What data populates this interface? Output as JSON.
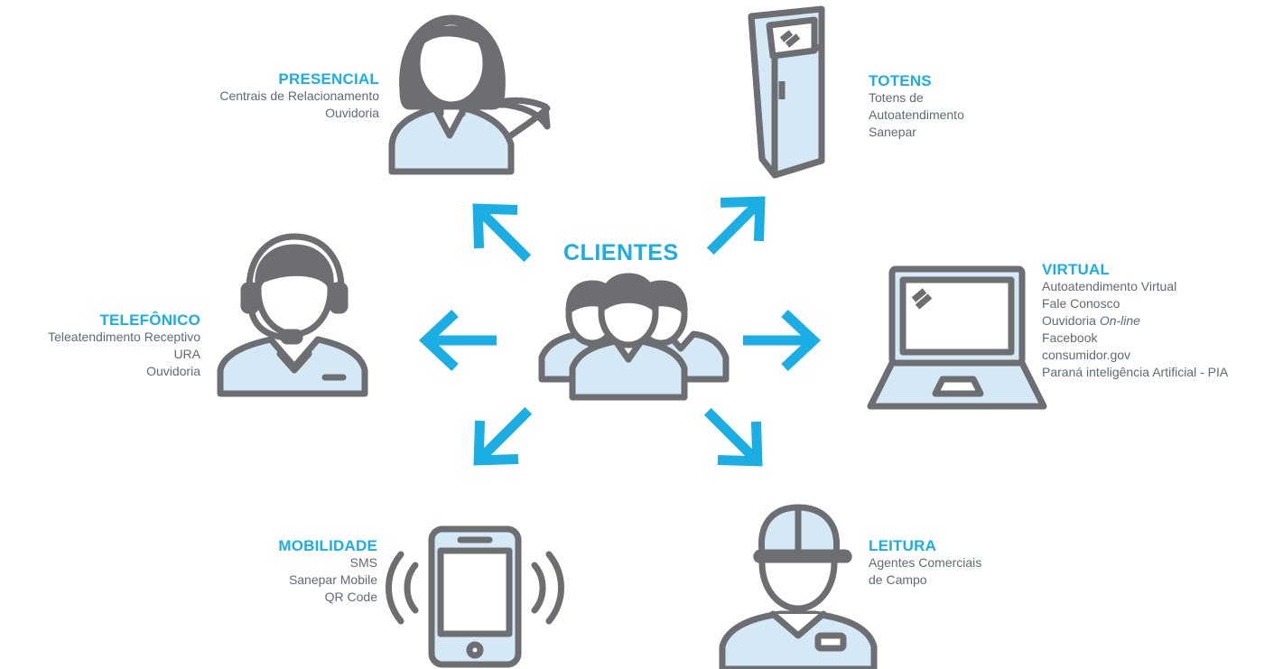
{
  "center": {
    "title": "CLIENTES"
  },
  "channels": {
    "presencial": {
      "title": "PRESENCIAL",
      "lines": [
        "Centrais de Relacionamento",
        "Ouvidoria"
      ]
    },
    "totens": {
      "title": "TOTENS",
      "lines": [
        "Totens de",
        "Autoatendimento",
        "Sanepar"
      ]
    },
    "telefonico": {
      "title": "TELEFÔNICO",
      "lines": [
        "Teleatendimento Receptivo",
        "URA",
        "Ouvidoria"
      ]
    },
    "virtual": {
      "title": "VIRTUAL",
      "lines": [
        "Autoatendimento Virtual",
        "Fale Conosco",
        "Ouvidoria",
        "On-line",
        "Facebook",
        "consumidor.gov",
        "Paraná inteligência Artificial - PIA"
      ]
    },
    "mobilidade": {
      "title": "MOBILIDADE",
      "lines": [
        "SMS",
        "Sanepar Mobile",
        "QR Code"
      ]
    },
    "leitura": {
      "title": "LEITURA",
      "lines": [
        "Agentes Comerciais",
        "de Campo"
      ]
    }
  },
  "colors": {
    "accent": "#1aaee5",
    "icon_stroke": "#6d6e71",
    "icon_fill": "#d4e8f6",
    "text": "#606a73"
  },
  "icons": [
    "woman-attendant-icon",
    "kiosk-icon",
    "headset-operator-icon",
    "laptop-icon",
    "customers-group-icon",
    "smartphone-icon",
    "meter-reader-icon",
    "arrow-icon"
  ]
}
